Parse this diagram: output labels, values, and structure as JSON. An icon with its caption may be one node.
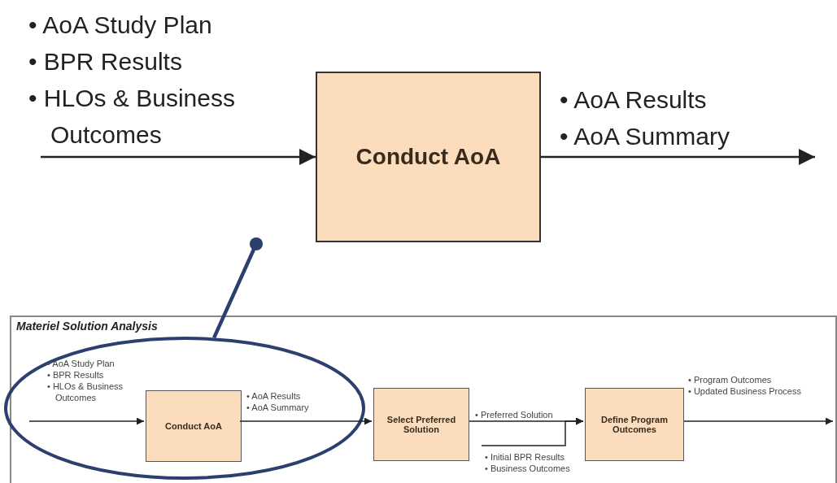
{
  "diagram": {
    "nodes": [
      {
        "text": [
          "Conduct AoA"
        ]
      },
      {
        "text": [
          "Materiel Solution Analysis"
        ]
      },
      {
        "text": [],
        "shape": "ellipse",
        "in": 1
      },
      {
        "text": [
          "Conduct AoA"
        ],
        "in": 2
      },
      {
        "text": [
          "Select Preferred Solution"
        ],
        "in": 1
      },
      {
        "text": [
          "Define Program Outcomes"
        ],
        "in": 1
      }
    ],
    "edges": [
      {
        "from": null,
        "to": 0,
        "arrow": "to"
      },
      {
        "from": 0,
        "to": null,
        "arrow": "to"
      },
      {
        "from": null,
        "to": 3,
        "arrow": "to"
      },
      {
        "from": 3,
        "to": 4,
        "arrow": "to"
      },
      {
        "from": 4,
        "to": 5,
        "arrow": "to"
      },
      {
        "from": 5,
        "to": null,
        "arrow": "to"
      },
      {
        "from": null,
        "to": 5,
        "arrow": "to"
      },
      {
        "from": null,
        "to": 2,
        "arrow": "other",
        "color": "#2d3f6e",
        "style": "thick"
      }
    ],
    "labels": [
      "• AoA Study Plan",
      "• BPR Results",
      "• HLOs & Business Outcomes",
      "• AoA Results",
      "• AoA Summary",
      "• AoA Study Plan",
      "• BPR Results",
      "• HLOs & Business Outcomes",
      "• AoA Results",
      "• AoA Summary",
      "• Preferred Solution",
      "• Program Outcomes",
      "• Updated Business Process",
      "• Initial BPR Results",
      "• Business Outcomes"
    ]
  }
}
